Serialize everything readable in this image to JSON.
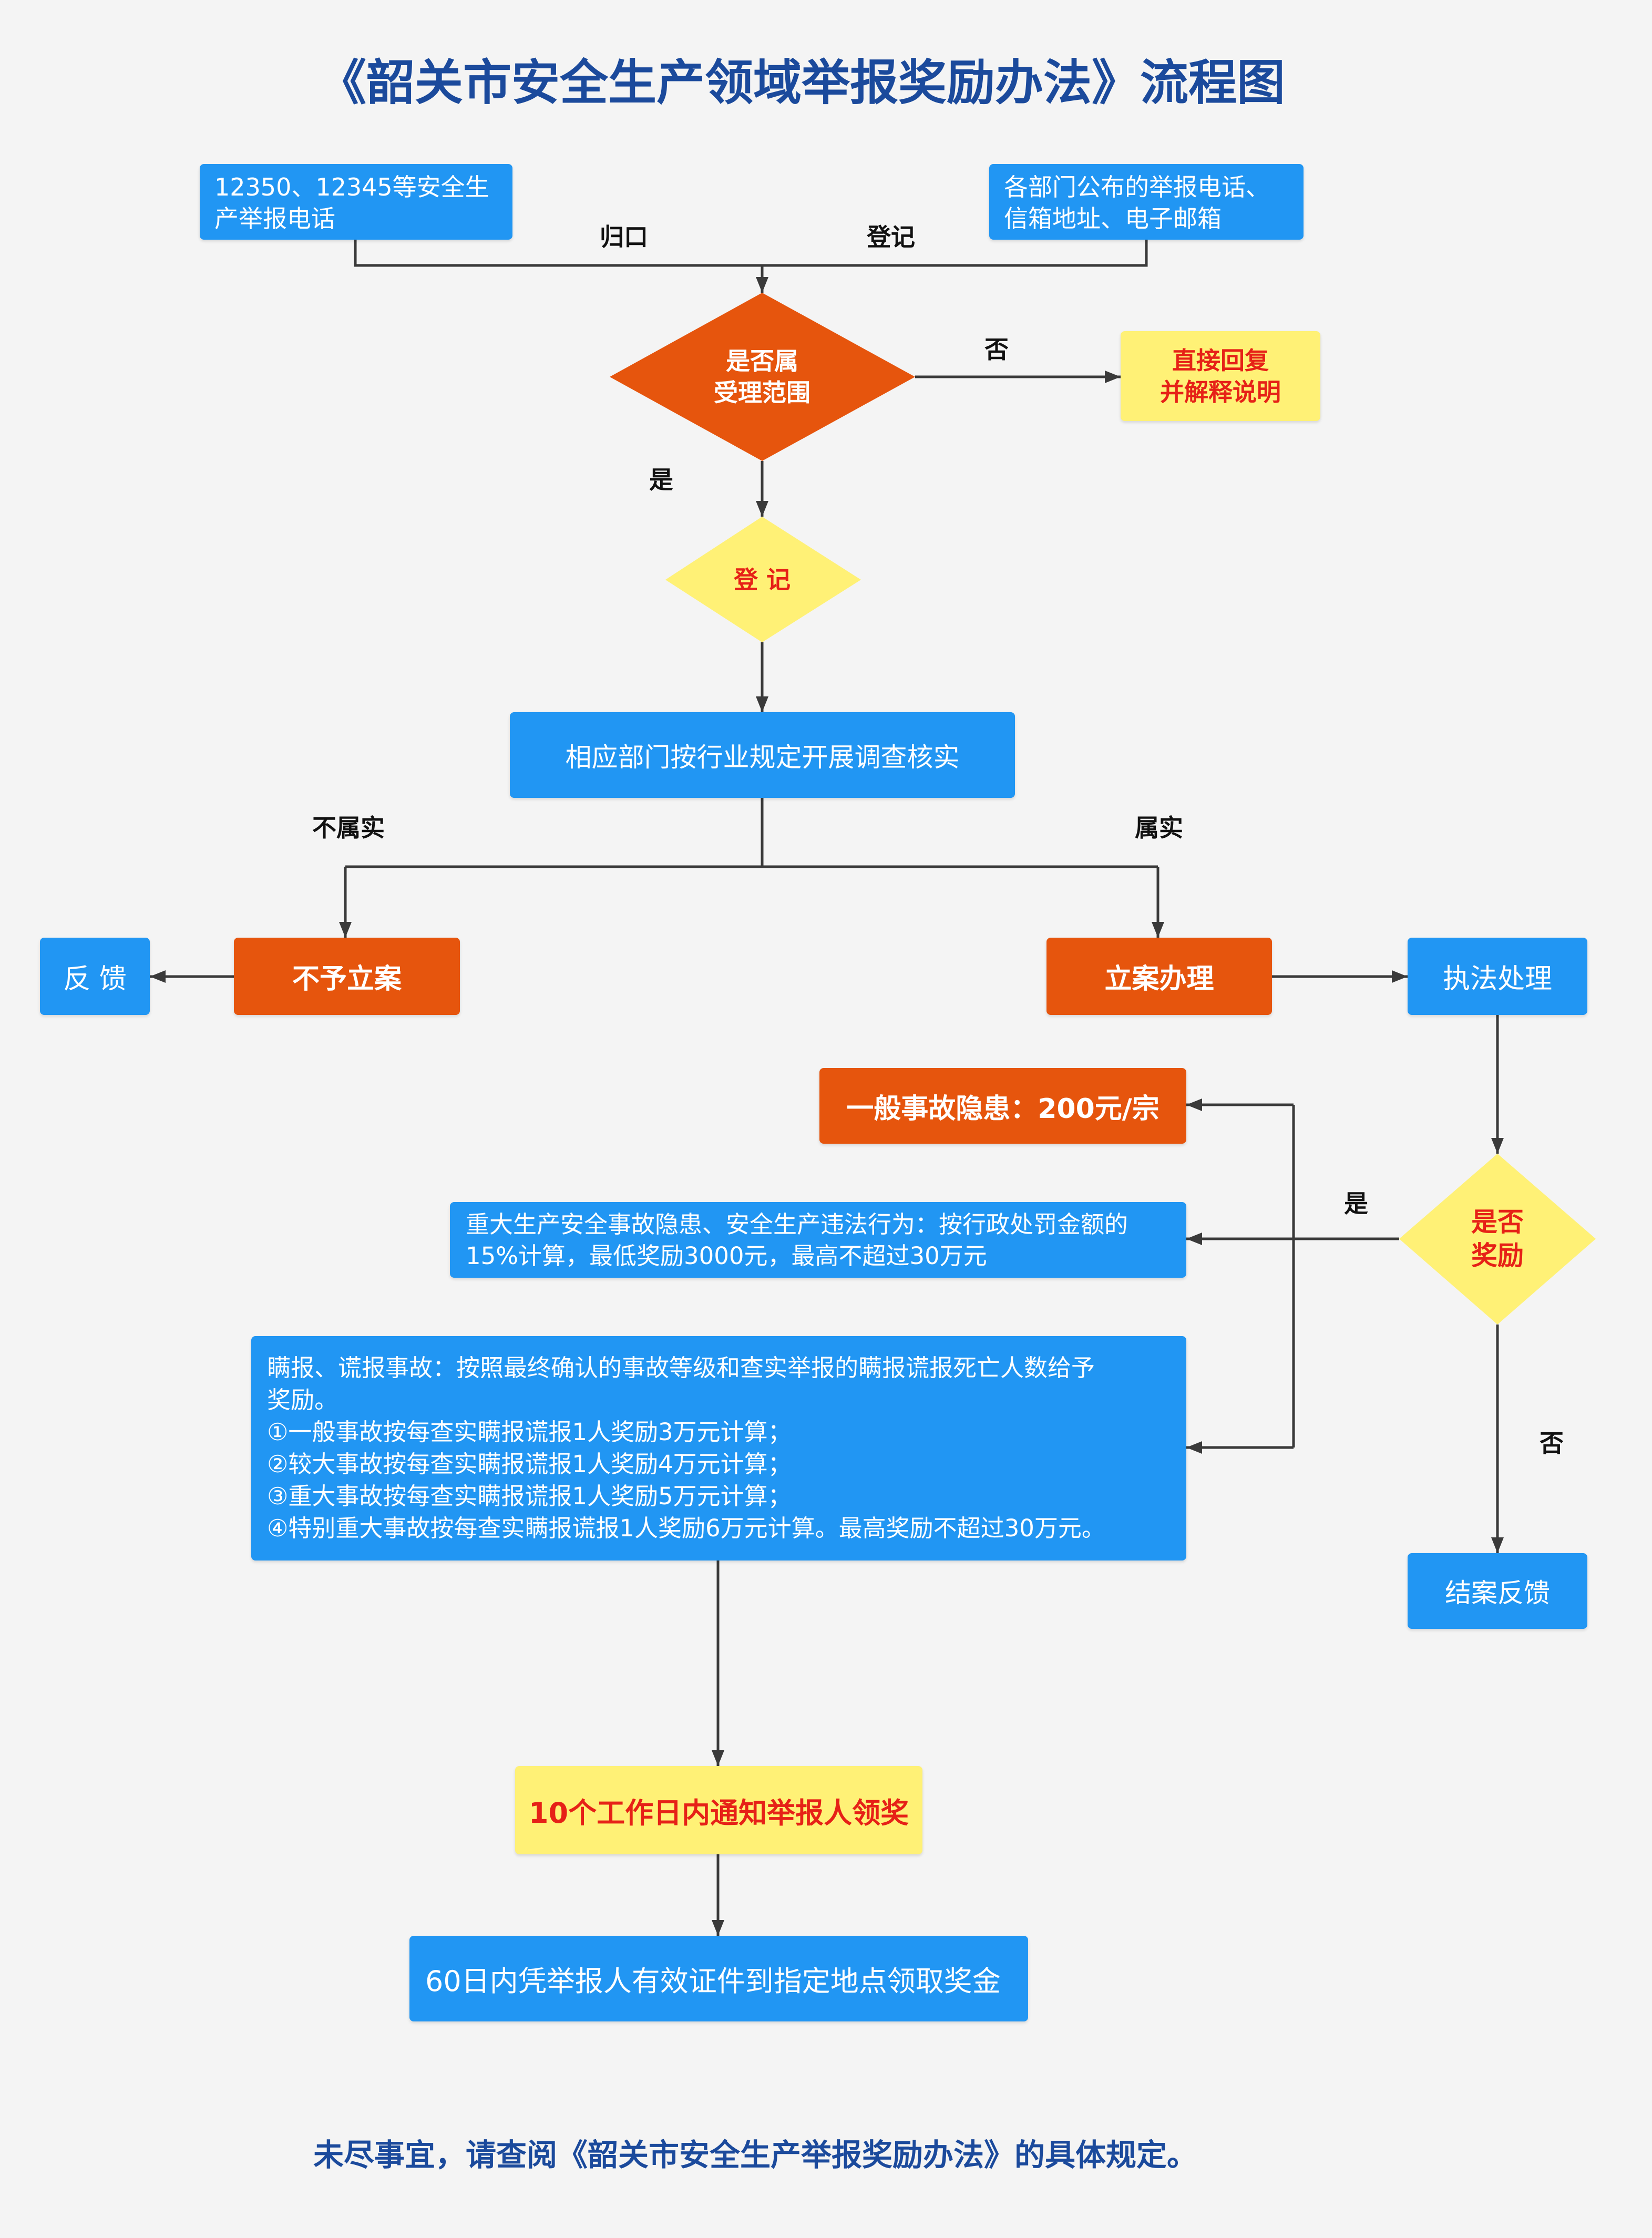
{
  "title": "《韶关市安全生产领域举报奖励办法》流程图",
  "sources": {
    "hotline": [
      "12350、12345等安全生",
      "产举报电话"
    ],
    "department_channels": [
      "各部门公布的举报电话、",
      "信箱地址、电子邮箱"
    ]
  },
  "edge_labels": {
    "hotline_route": "归口",
    "department_route": "登记",
    "out_of_scope": "否",
    "in_scope": "是",
    "unfounded": "不属实",
    "founded": "属实",
    "reward_yes": "是",
    "reward_no": "否"
  },
  "nodes": {
    "scope_decision": [
      "是否属",
      "受理范围"
    ],
    "direct_reply": [
      "直接回复",
      "并解释说明"
    ],
    "register": "登 记",
    "investigate": "相应部门按行业规定开展调查核实",
    "no_case": "不予立案",
    "feedback": "反 馈",
    "file_case": "立案办理",
    "enforcement": "执法处理",
    "reward_decision": [
      "是否",
      "奖励"
    ],
    "close_feedback": "结案反馈",
    "notify_winner": "10个工作日内通知举报人领奖",
    "collect_reward": "60日内凭举报人有效证件到指定地点领取奖金"
  },
  "rewards": {
    "general_hazard": "一般事故隐患：200元/宗",
    "major_hazard": [
      "重大生产安全事故隐患、安全生产违法行为：按行政处罚金额的",
      "15%计算，最低奖励3000元，最高不超过30万元"
    ],
    "concealment": [
      "瞒报、谎报事故：按照最终确认的事故等级和查实举报的瞒报谎报死亡人数给予",
      "奖励。",
      "①一般事故按每查实瞒报谎报1人奖励3万元计算；",
      "②较大事故按每查实瞒报谎报1人奖励4万元计算；",
      "③重大事故按每查实瞒报谎报1人奖励5万元计算；",
      "④特别重大事故按每查实瞒报谎报1人奖励6万元计算。最高奖励不超过30万元。"
    ]
  },
  "footer": "未尽事宜，请查阅《韶关市安全生产举报奖励办法》的具体规定。",
  "colors": {
    "background": "#F4F4F4",
    "process_blue": "#2196F3",
    "decision_orange": "#E6550D",
    "highlight_yellow": "#FFF176",
    "highlight_text_red": "#E62117",
    "title_blue": "#1B4A9C",
    "connector": "#3A3A3A"
  }
}
